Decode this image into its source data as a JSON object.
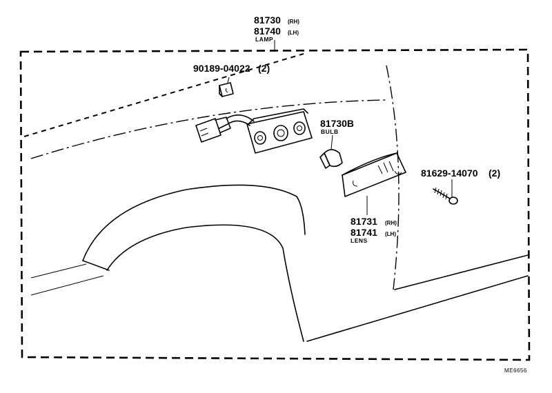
{
  "diagram": {
    "parts": {
      "lamp": {
        "number_rh": "81730",
        "suffix_rh": "(RH)",
        "number_lh": "81740",
        "suffix_lh": "(LH)",
        "caption": "LAMP"
      },
      "clip": {
        "number": "90189-04022",
        "qty": "(2)"
      },
      "bulb": {
        "number": "81730B",
        "caption": "BULB"
      },
      "lens": {
        "number_rh": "81731",
        "suffix_rh": "(RH)",
        "number_lh": "81741",
        "suffix_lh": "(LH)",
        "caption": "LENS"
      },
      "screw": {
        "number": "81629-14070",
        "qty": "(2)"
      }
    },
    "reference_code": "ME6656"
  }
}
